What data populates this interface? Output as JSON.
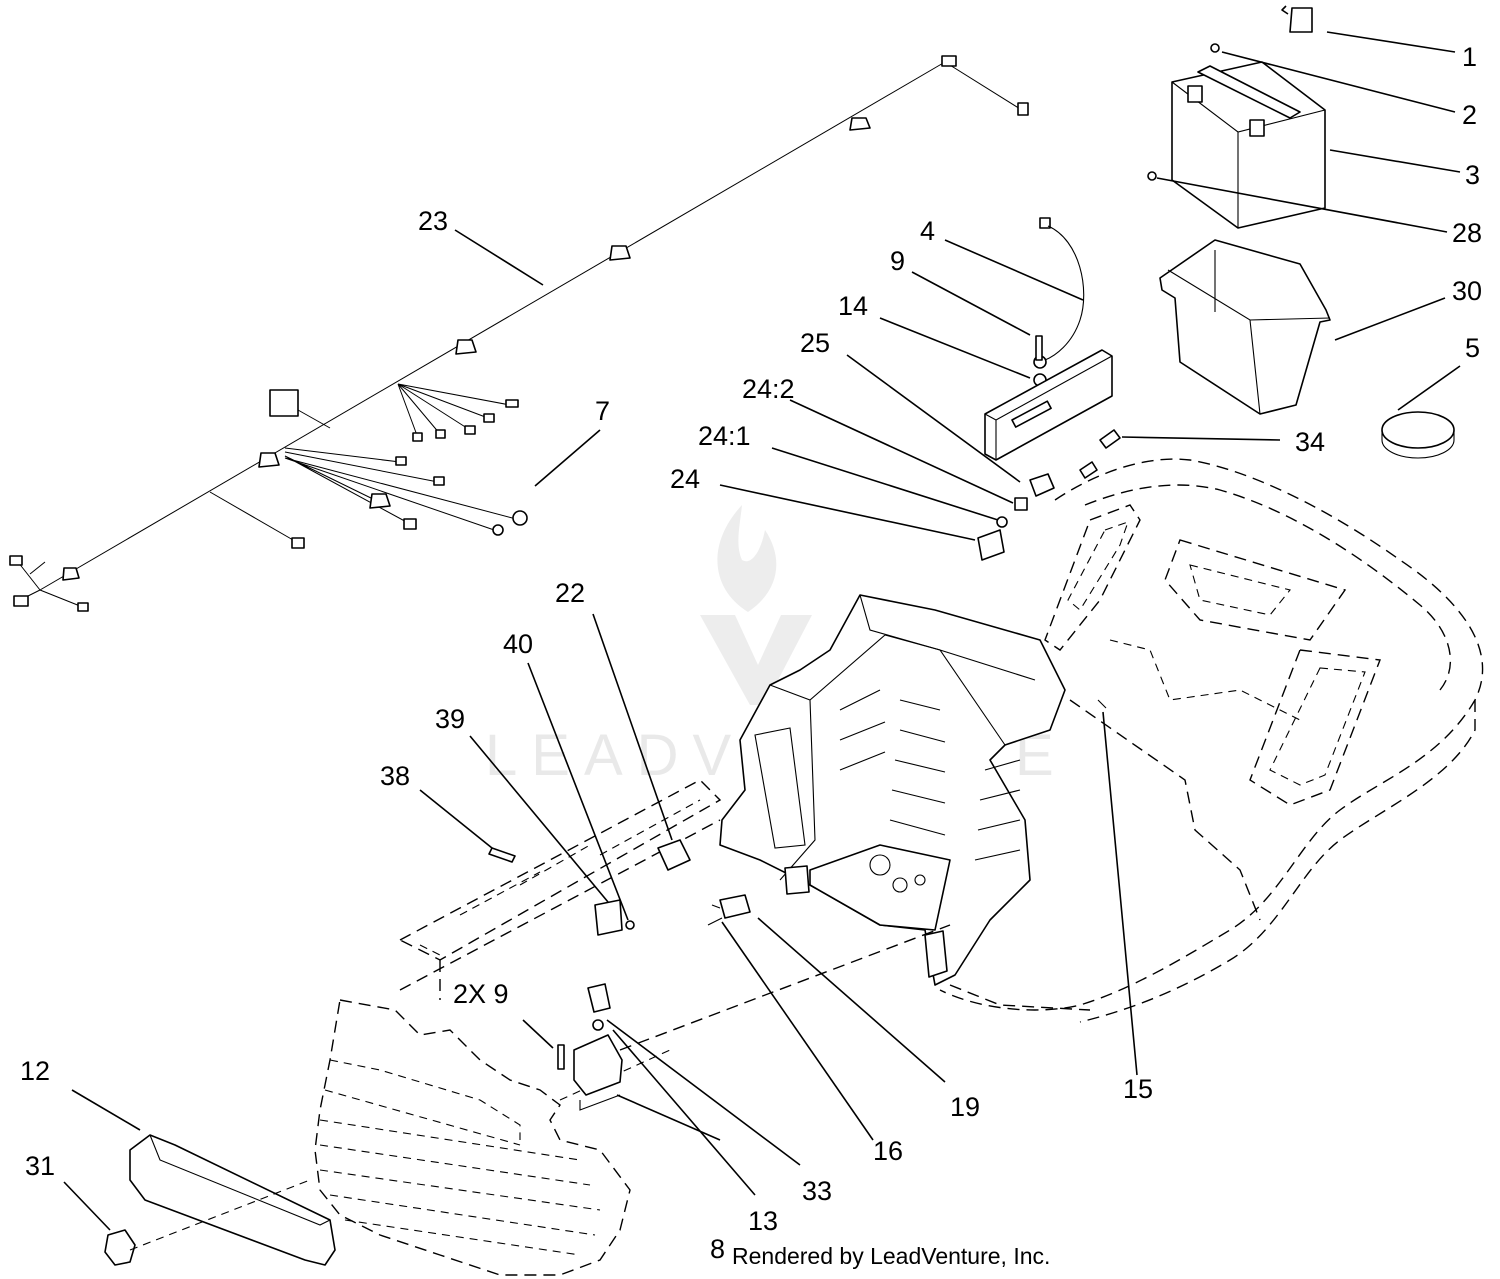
{
  "diagram": {
    "callouts": [
      "1",
      "2",
      "3",
      "28",
      "23",
      "4",
      "9",
      "14",
      "30",
      "5",
      "25",
      "24:2",
      "24:1",
      "24",
      "7",
      "34",
      "22",
      "40",
      "39",
      "38",
      "2X 9",
      "12",
      "31",
      "8",
      "13",
      "33",
      "16",
      "19",
      "15"
    ],
    "watermark_text": "LEADVENTURE",
    "credit": "Rendered by LeadVenture, Inc."
  },
  "colors": {
    "ink": "#000000",
    "paper": "#ffffff",
    "watermark": "#e9e9e9"
  }
}
